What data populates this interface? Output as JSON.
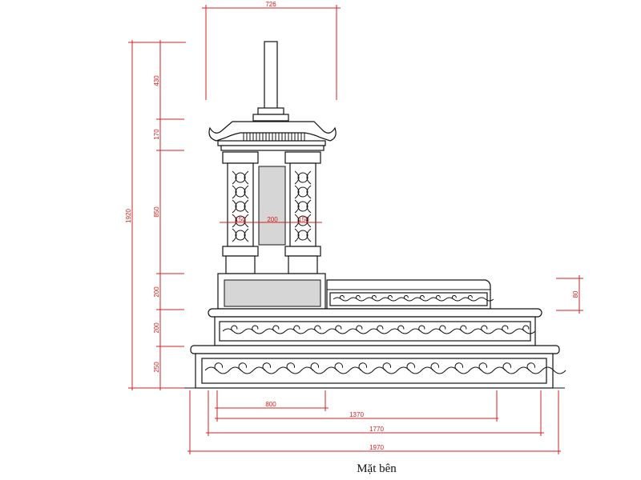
{
  "drawing": {
    "caption": "Mặt bên",
    "dimensions": {
      "top_width": "726",
      "total_height": "1920",
      "heights": [
        "430",
        "170",
        "850",
        "200",
        "200",
        "250"
      ],
      "column_widths": [
        "150",
        "200",
        "150"
      ],
      "right_height": "80",
      "bottom_widths": [
        "800",
        "1370",
        "1770",
        "1970"
      ]
    },
    "colors": {
      "dimension": "#d42020",
      "ink": "#111111",
      "granite": "#d6d6d6"
    }
  }
}
